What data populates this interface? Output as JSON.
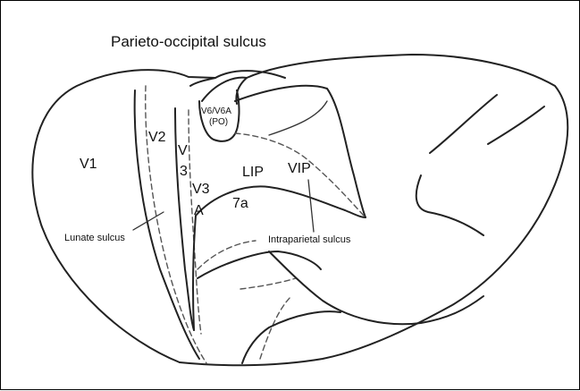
{
  "title": "Parieto-occipital sulcus",
  "areas": {
    "v1": "V1",
    "v2": "V2",
    "v3_line1": "V",
    "v3_line2": "3",
    "v3a_line1": "V3",
    "v3a_line2": "A",
    "v6_line1": "V6/V6A",
    "v6_line2": "(PO)",
    "lip": "LIP",
    "vip": "VIP",
    "a7": "7a"
  },
  "sulci": {
    "lunate": "Lunate sulcus",
    "intraparietal": "Intraparietal sulcus"
  }
}
